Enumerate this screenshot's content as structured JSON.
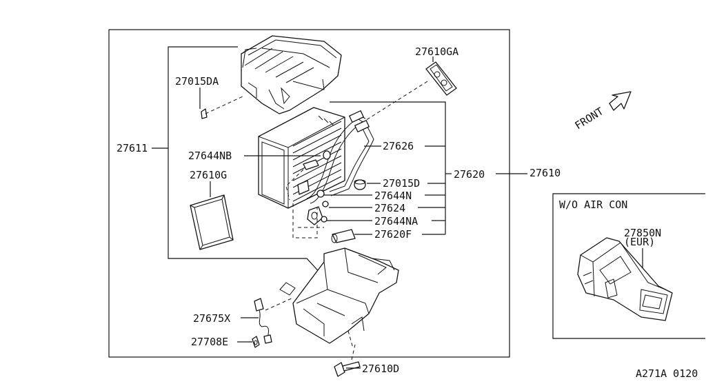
{
  "diagram": {
    "labels": {
      "p27610GA": "27610GA",
      "p27015DA": "27015DA",
      "p27611": "27611",
      "p27644NB": "27644NB",
      "p27610G": "27610G",
      "p27626": "27626",
      "p27620": "27620",
      "p27610": "27610",
      "p27015D": "27015D",
      "p27644N": "27644N",
      "p27624": "27624",
      "p27644NA": "27644NA",
      "p27620F": "27620F",
      "p27675X": "27675X",
      "p27708E": "27708E",
      "p27610D": "27610D"
    },
    "front_label": "FRONT",
    "inset": {
      "title": "W/O AIR CON",
      "part": "27850N",
      "variant": "(EUR)"
    },
    "figure_code": "A271A 0120"
  }
}
